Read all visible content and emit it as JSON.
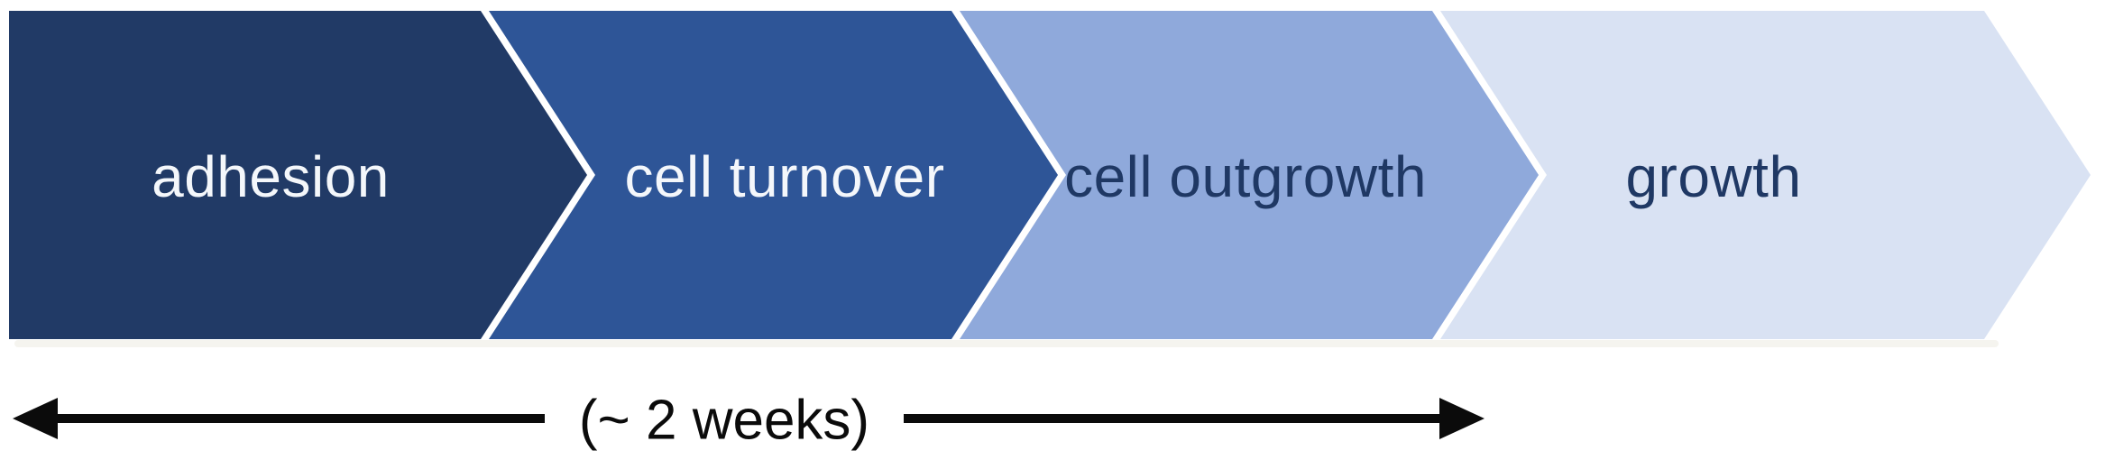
{
  "figure": {
    "type": "process-flow-timeline",
    "background": "#ffffff",
    "stage_count": 4
  },
  "stages": [
    {
      "label": "adhesion",
      "color": "#213a66",
      "text_color": "#f4f7fb"
    },
    {
      "label": "cell turnover",
      "color": "#2e5597",
      "text_color": "#f4f7fb"
    },
    {
      "label": "cell outgrowth",
      "color": "#8fa9db",
      "text_color": "#1f3864"
    },
    {
      "label": "growth",
      "color": "#d9e2f3",
      "text_color": "#1f3864"
    }
  ],
  "timeline": {
    "duration_label": "(~ 2 weeks)",
    "color": "#0b0b0b",
    "spans_stages": "adhesion through cell outgrowth"
  }
}
